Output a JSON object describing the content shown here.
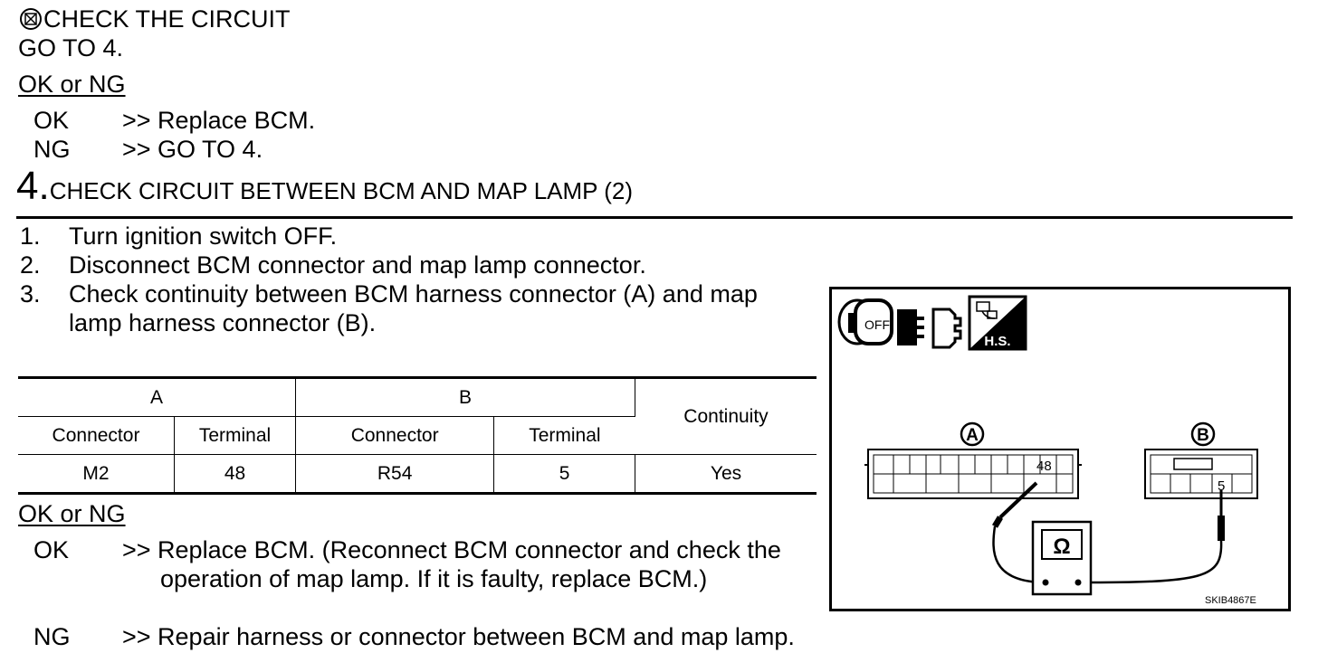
{
  "prev_step": {
    "heading": "CHECK THE CIRCUIT",
    "goto": "GO TO 4.",
    "ok_ng_label": "OK or NG",
    "results": [
      {
        "key": "OK",
        "text": ">> Replace BCM."
      },
      {
        "key": "NG",
        "text": ">> GO TO 4."
      }
    ]
  },
  "step4": {
    "number": "4.",
    "title": "CHECK CIRCUIT BETWEEN BCM AND MAP LAMP (2)",
    "instructions": [
      {
        "n": "1.",
        "text": "Turn ignition switch OFF."
      },
      {
        "n": "2.",
        "text": "Disconnect BCM connector and map lamp connector."
      },
      {
        "n": "3.",
        "text": "Check continuity between BCM harness connector (A) and map",
        "text2": "lamp harness connector (B)."
      }
    ],
    "table": {
      "group_a": "A",
      "group_b": "B",
      "continuity_header": "Continuity",
      "sub_headers": [
        "Connector",
        "Terminal",
        "Connector",
        "Terminal"
      ],
      "row": [
        "M2",
        "48",
        "R54",
        "5",
        "Yes"
      ]
    },
    "ok_ng_label": "OK or NG",
    "ok": {
      "key": "OK",
      "text": ">> Replace BCM. (Reconnect BCM connector and check the",
      "text2": "operation of map lamp. If it is faulty, replace BCM.)"
    },
    "ng": {
      "key": "NG",
      "text": ">> Repair harness or connector between BCM and map lamp."
    }
  },
  "diagram": {
    "key_label": "OFF",
    "hs_label": "H.S.",
    "connector_a_label": "A",
    "connector_b_label": "B",
    "terminal_a": "48",
    "terminal_b": "5",
    "meter_symbol": "Ω",
    "figure_code": "SKIB4867E",
    "icon_names": [
      "ignition-key-off-icon",
      "connector-disconnect-icon",
      "harness-side-icon"
    ]
  }
}
